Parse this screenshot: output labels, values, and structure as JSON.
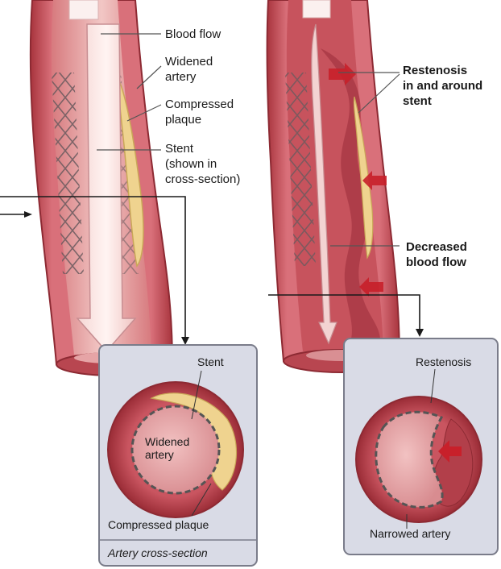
{
  "left": {
    "label_blood_flow": "Blood flow",
    "label_widened_1": "Widened",
    "label_widened_2": "artery",
    "label_compressed_1": "Compressed",
    "label_compressed_2": "plaque",
    "label_stent_1": "Stent",
    "label_stent_2": "(shown in",
    "label_stent_3": "cross-section)",
    "inset": {
      "stent": "Stent",
      "center_1": "Widened",
      "center_2": "artery",
      "compressed": "Compressed plaque",
      "caption": "Artery cross-section"
    }
  },
  "right": {
    "label_restenosis_1": "Restenosis",
    "label_restenosis_2": "in and around",
    "label_restenosis_3": "stent",
    "label_decreased_1": "Decreased",
    "label_decreased_2": "blood flow",
    "inset": {
      "restenosis": "Restenosis",
      "narrowed": "Narrowed artery"
    }
  },
  "colors": {
    "vessel_wall": "#c8525a",
    "vessel_dark": "#9e2f38",
    "lumen": "#e9a3a3",
    "plaque": "#ecd18c",
    "inset_bg": "#d9dbe6",
    "inset_border": "#7a7c8a"
  }
}
